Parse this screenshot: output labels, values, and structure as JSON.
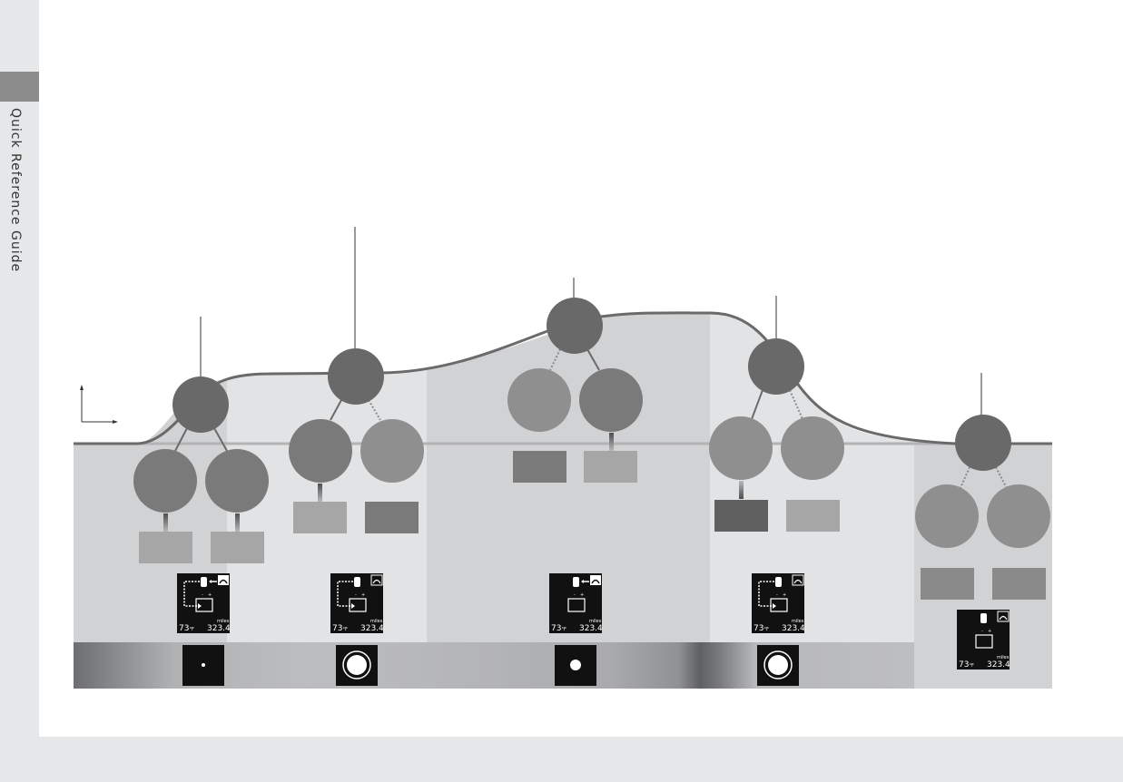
{
  "sidebar": {
    "section_label": "Quick Reference Guide"
  },
  "displays": [
    {
      "temp": "73",
      "temp_unit": "°F",
      "odometer": "323.4",
      "odometer_unit": "miles"
    },
    {
      "temp": "73",
      "temp_unit": "°F",
      "odometer": "323.4",
      "odometer_unit": "miles"
    },
    {
      "temp": "73",
      "temp_unit": "°F",
      "odometer": "323.4",
      "odometer_unit": "miles"
    },
    {
      "temp": "73",
      "temp_unit": "°F",
      "odometer": "323.4",
      "odometer_unit": "miles"
    },
    {
      "temp": "73",
      "temp_unit": "°F",
      "odometer": "323.4",
      "odometer_unit": "miles"
    }
  ],
  "icons": {
    "flow_display": "energy-flow-display-icon",
    "engine": "engine-icon",
    "battery": "battery-icon",
    "wheel": "wheel-icon",
    "indicator": "charge-indicator-icon"
  },
  "colors": {
    "node_dark": "#696969",
    "node_medium": "#7a7a7a",
    "node_light": "#8f8f8f",
    "box_light": "#a6a6a6",
    "box_dark": "#606060",
    "road_line": "#6a6a6a"
  }
}
